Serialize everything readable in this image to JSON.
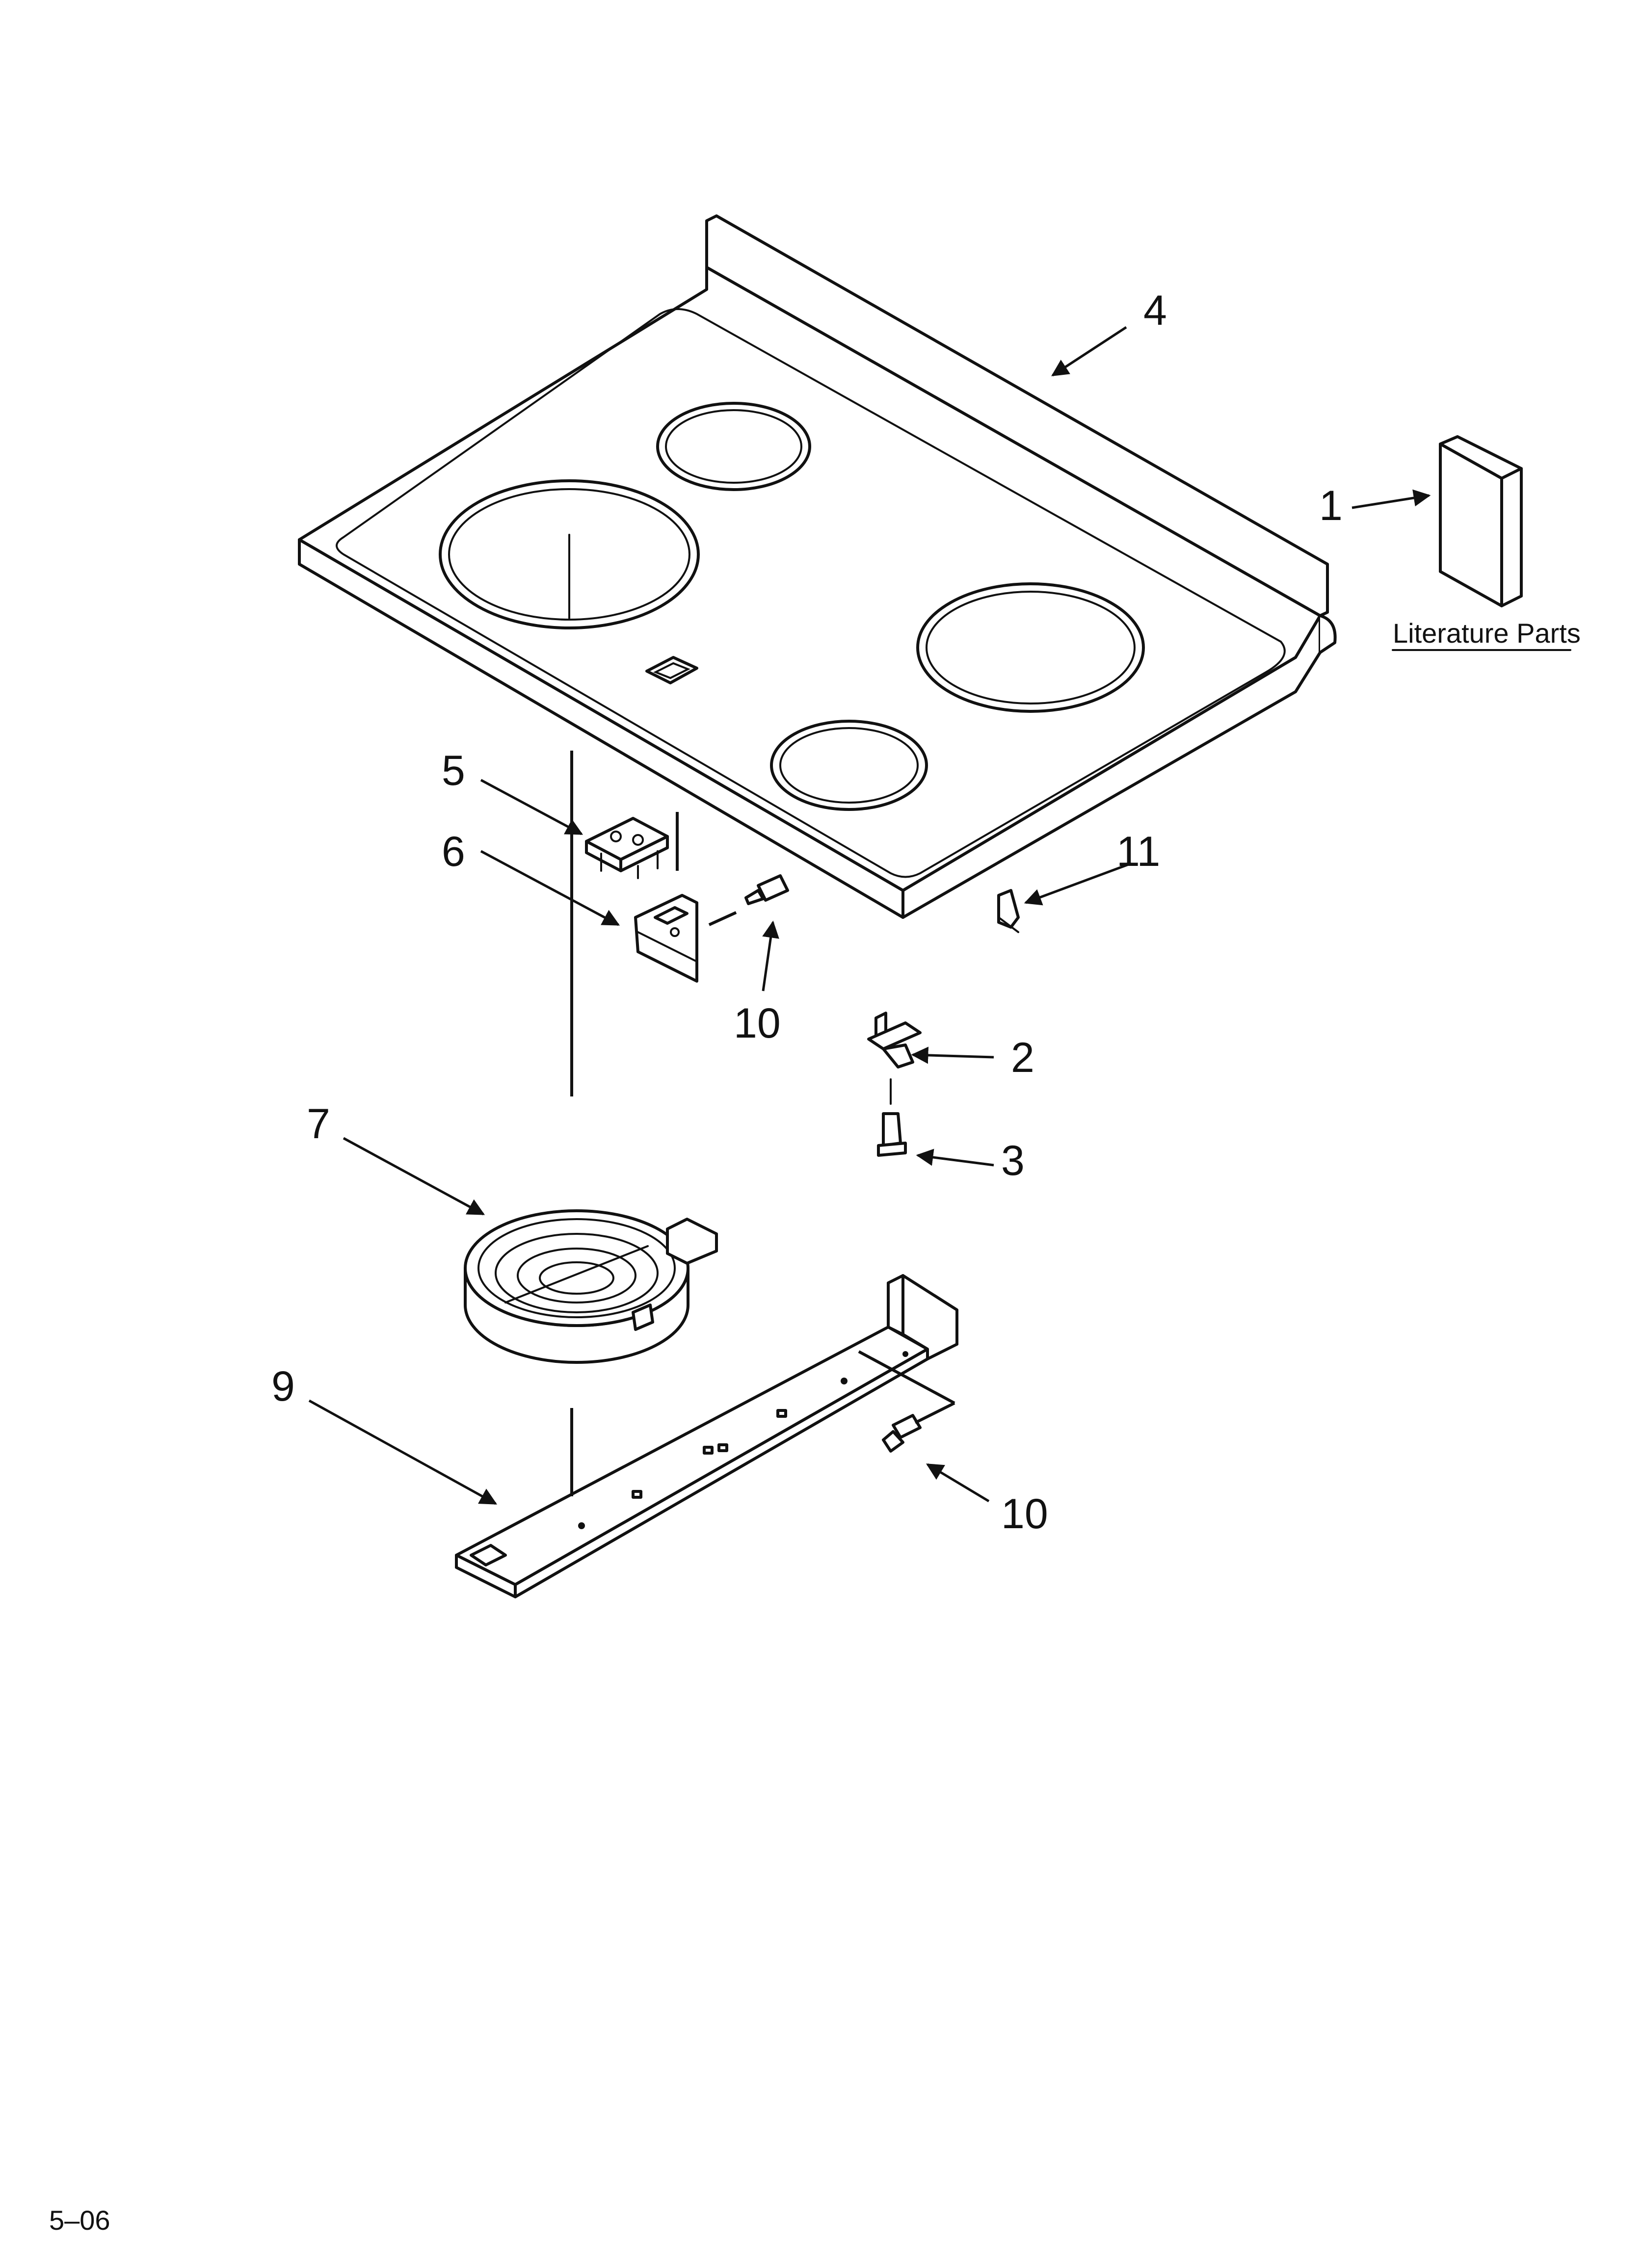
{
  "callouts": {
    "c1": "1",
    "c2": "2",
    "c3": "3",
    "c4": "4",
    "c5": "5",
    "c6": "6",
    "c7": "7",
    "c9": "9",
    "c10a": "10",
    "c10b": "10",
    "c11": "11"
  },
  "literature_label": "Literature Parts",
  "footer_code": "5–06",
  "colors": {
    "ink": "#111111",
    "paper": "#ffffff"
  }
}
